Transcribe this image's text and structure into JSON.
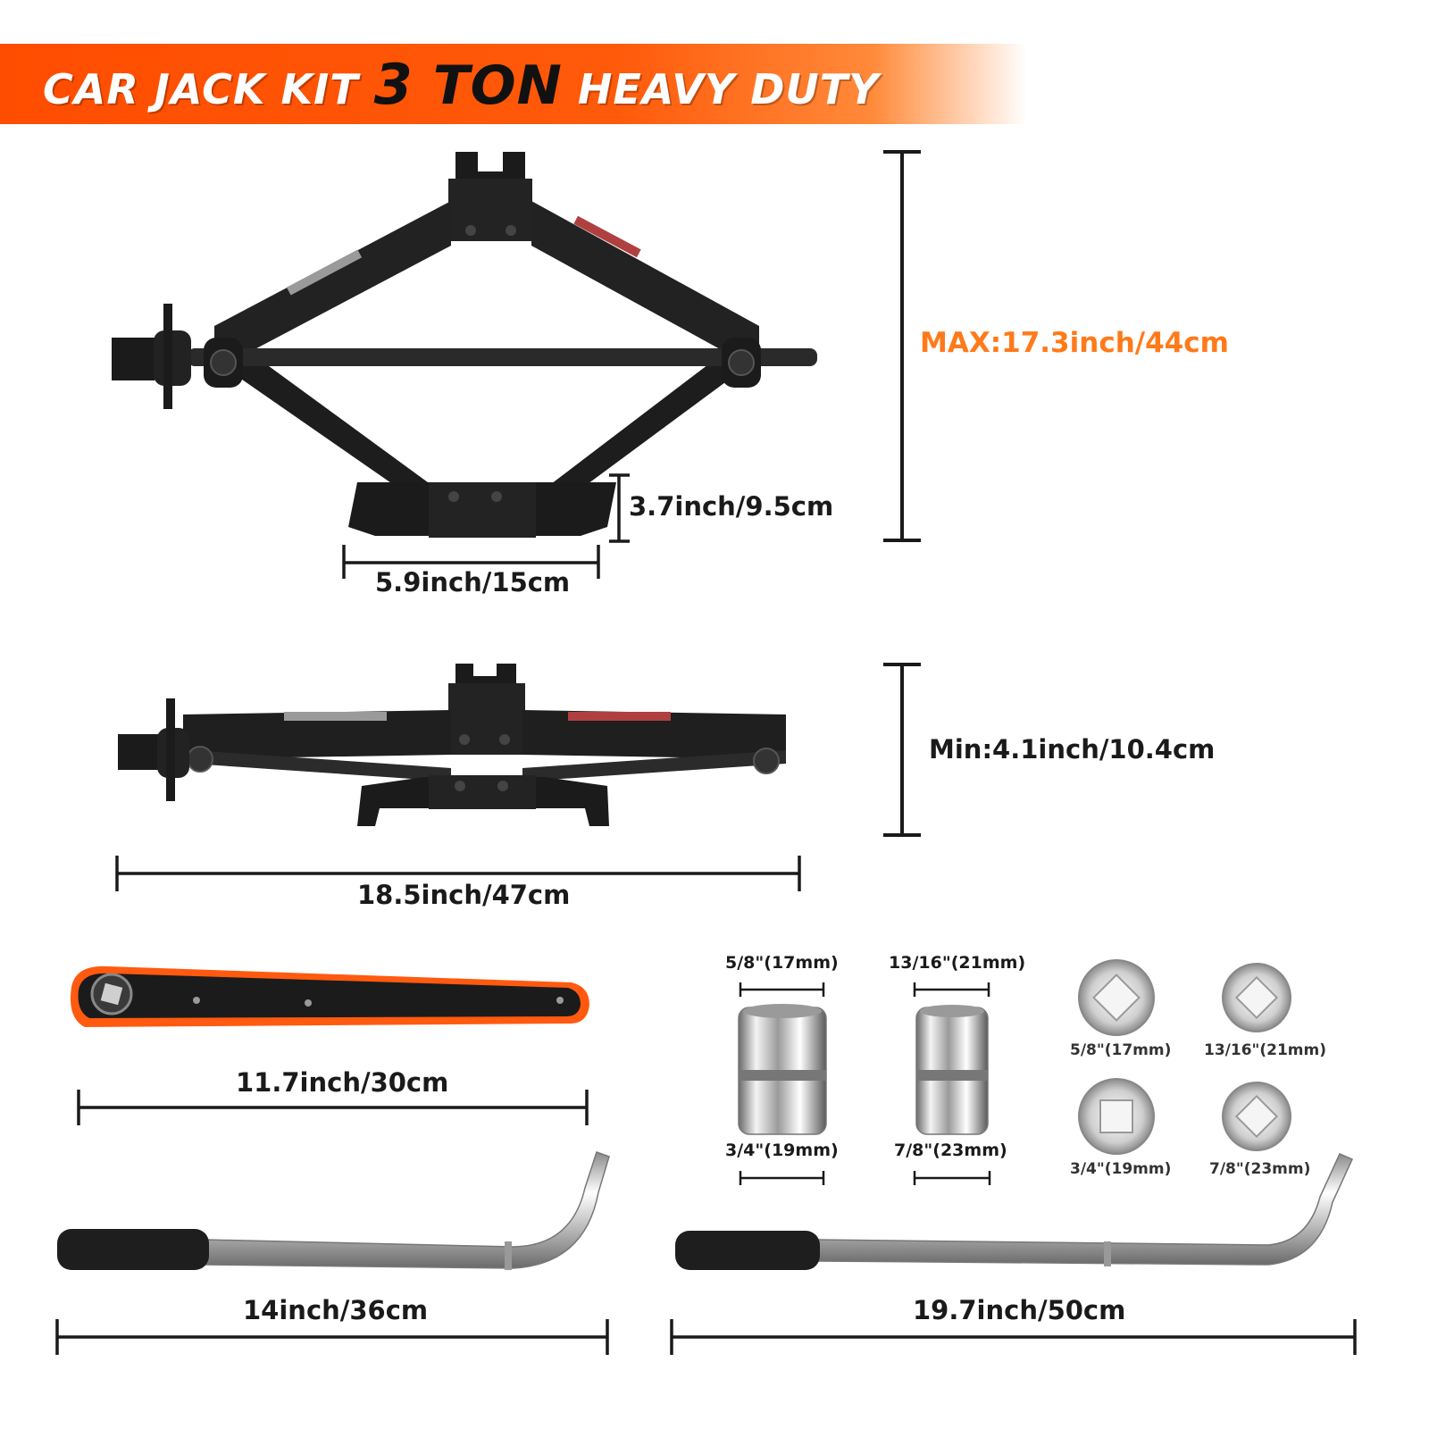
{
  "banner": {
    "prefix": "CAR JACK KIT ",
    "number": "3",
    "unit": " TON",
    "suffix": " HEAVY DUTY",
    "color": "#ff4d00"
  },
  "dimensions": {
    "max_height": "MAX:17.3inch/44cm",
    "base_height": "3.7inch/9.5cm",
    "base_width": "5.9inch/15cm",
    "min_height": "Min:4.1inch/10.4cm",
    "jack_length": "18.5inch/47cm",
    "ratchet_length": "11.7inch/30cm",
    "short_wrench_length": "14inch/36cm",
    "long_wrench_length": "19.7inch/50cm"
  },
  "sockets": {
    "side_view": [
      "5/8\"(17mm)",
      "13/16\"(21mm)",
      "3/4\"(19mm)",
      "7/8\"(23mm)"
    ],
    "top_view": [
      "5/8\"(17mm)",
      "13/16\"(21mm)",
      "3/4\"(19mm)",
      "7/8\"(23mm)"
    ]
  },
  "colors": {
    "accent": "#ff7a1a",
    "ratchet_orange": "#ff5a10",
    "jack_black": "#1b1b1b"
  }
}
